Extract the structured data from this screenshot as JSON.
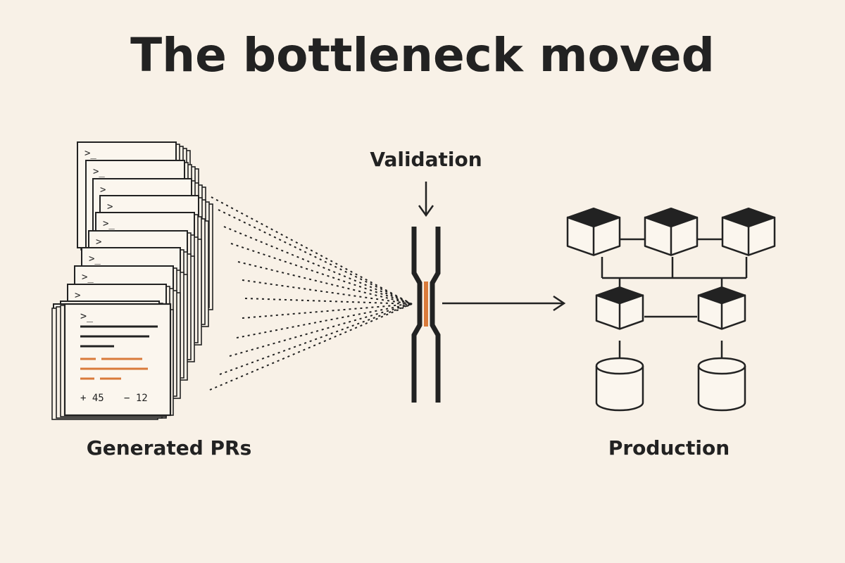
{
  "title": "The bottleneck moved",
  "labels": {
    "validation": "Validation",
    "generated_prs": "Generated PRs",
    "production": "Production"
  },
  "pr_card": {
    "prompt": ">_",
    "additions": "+ 45",
    "deletions": "− 12"
  },
  "colors": {
    "background": "#f8f1e7",
    "ink": "#222222",
    "accent": "#d97a3a"
  }
}
